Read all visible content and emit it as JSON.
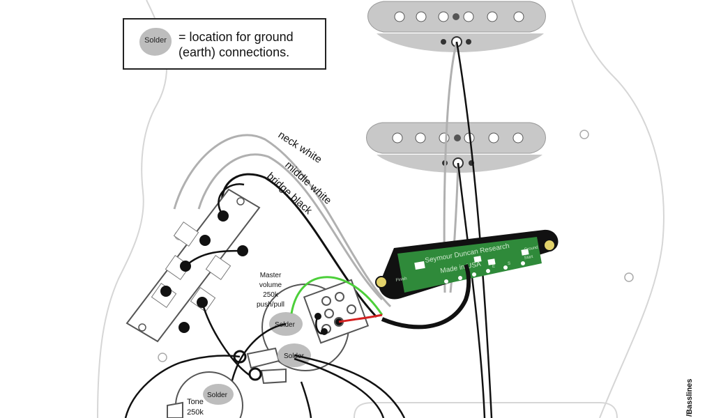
{
  "legend": {
    "blob_label": "Solder",
    "line1": "= location for ground",
    "line2": "(earth) connections."
  },
  "wire_labels": {
    "neck": "neck white",
    "middle": "middle white",
    "bridge": "bridge black"
  },
  "pot_master": {
    "line1": "Master",
    "line2": "volume",
    "line3": "250k",
    "line4": "push/pull",
    "solder1": "Solder",
    "solder2": "Solder"
  },
  "pot_tone": {
    "line1": "Tone",
    "line2": "250k",
    "solder": "Solder"
  },
  "humbucker": {
    "line1": "Seymour Duncan Research",
    "line2": "Made in USA",
    "terminal": "Finish",
    "pad1": "E",
    "pad2": "S",
    "pad3": "Start",
    "pad4": "Ground"
  },
  "credit": "/Basslines",
  "colors": {
    "pickguard_outline": "#d6d6d6",
    "pickup_cover": "#c8c8c8",
    "pcb_green": "#2f8a3a",
    "wire_white": "#b0b0b0",
    "wire_black": "#111111",
    "wire_green": "#4ccf3a",
    "wire_red": "#d42020",
    "solder_gray": "#bdbdbd"
  }
}
